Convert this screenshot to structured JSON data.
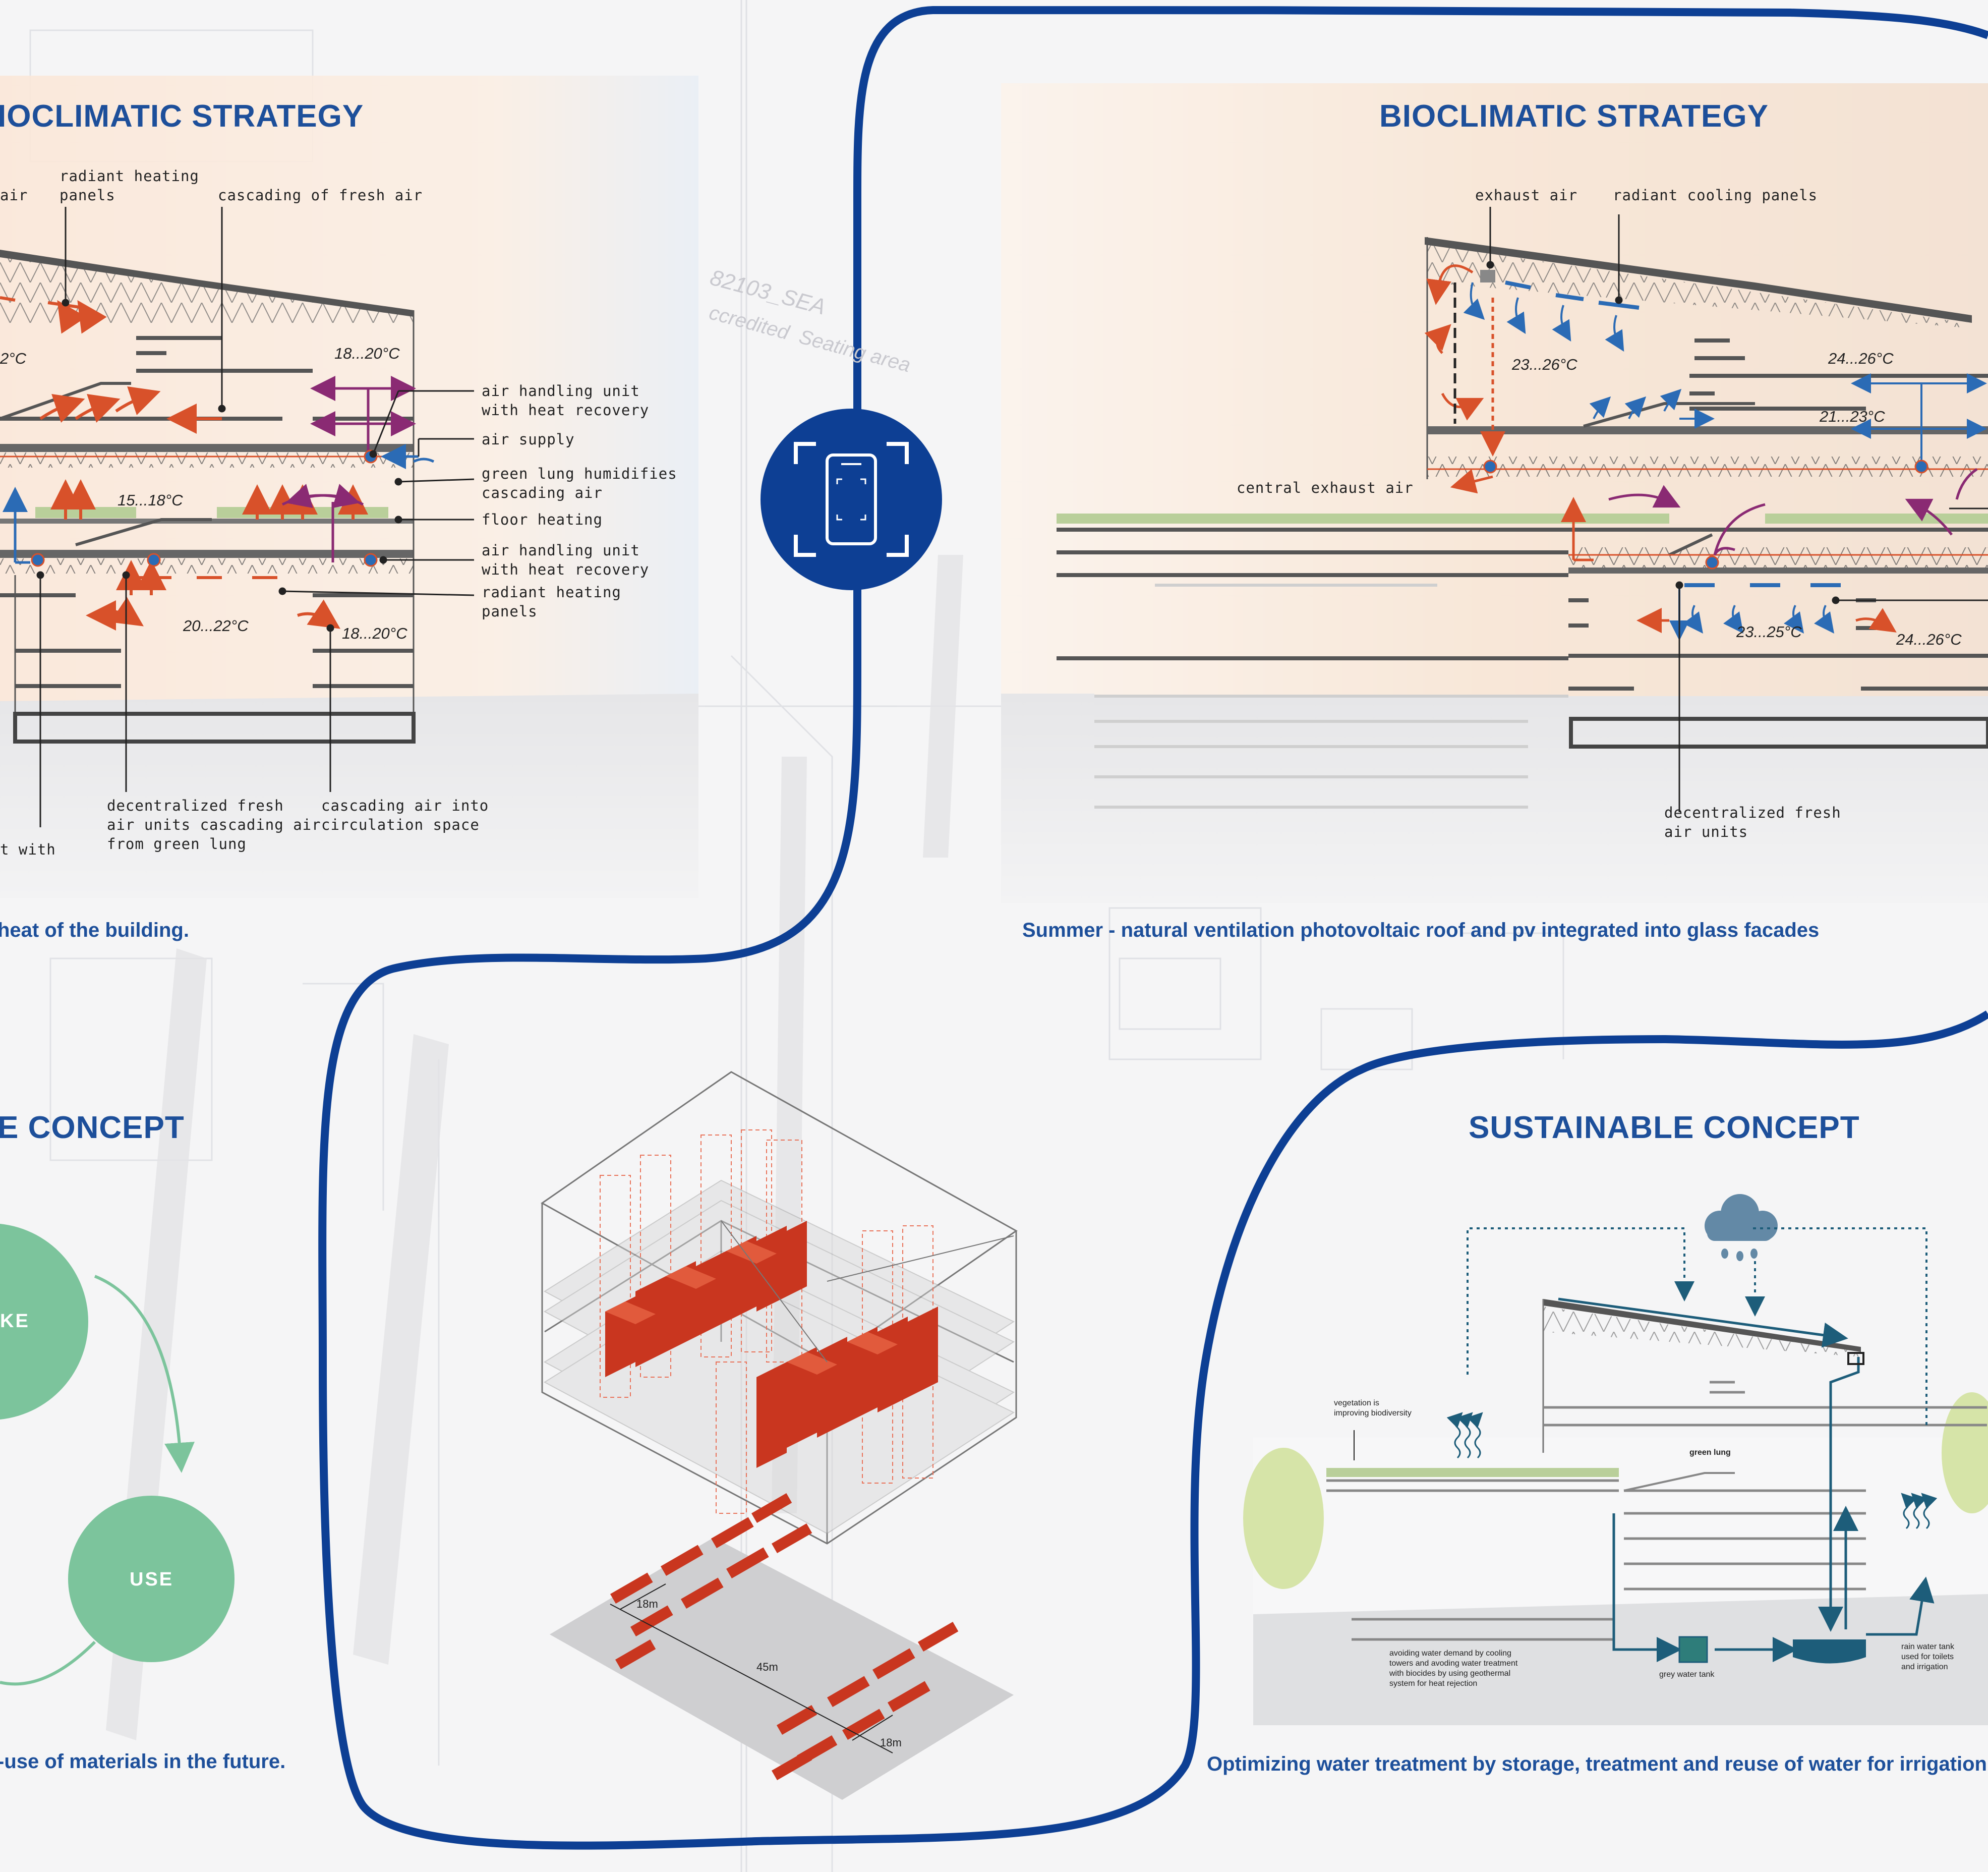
{
  "panels": {
    "winter": {
      "title": "IOCLIMATIC STRATEGY",
      "caption": "heat of the building.",
      "labels": {
        "air_fragment": "air",
        "radiant_heating_panels_top": "radiant heating\npanels",
        "cascading_fresh_air": "cascading of fresh air",
        "ahu_top": "air handling unit\nwith heat recovery",
        "air_supply": "air supply",
        "green_lung": "green lung humidifies\ncascading air",
        "floor_heating": "floor heating",
        "ahu_bottom": "air handling unit\nwith heat recovery",
        "radiant_heating_panels_bottom": "radiant heating\npanels",
        "decentralized": "decentralized fresh\nair units cascading air\nfrom green lung",
        "cascading_circulation": "cascading air into\ncirculation space",
        "t_with": "t with"
      },
      "temps": {
        "t1": "2°C",
        "t2": "18...20°C",
        "t3": "15...18°C",
        "t4": "20...22°C",
        "t5": "18...20°C"
      }
    },
    "summer": {
      "title": "BIOCLIMATIC STRATEGY",
      "caption": "Summer - natural ventilation photovoltaic roof and pv integrated into glass facades",
      "labels": {
        "exhaust_air": "exhaust air",
        "radiant_cooling": "radiant cooling panels",
        "central_exhaust": "central exhaust air",
        "decentralized": "decentralized fresh\nair units"
      },
      "temps": {
        "t1": "23...26°C",
        "t2": "24...26°C",
        "t3": "21...23°C",
        "t4": "23...25°C",
        "t5": "24...26°C"
      }
    },
    "circular": {
      "title": "E CONCEPT",
      "caption": "-use of materials in the future.",
      "nodes": {
        "make": "KE",
        "use": "USE"
      }
    },
    "modules": {
      "dims": {
        "d1": "18m",
        "d2": "45m",
        "d3": "18m"
      }
    },
    "sustainable": {
      "title": "SUSTAINABLE CONCEPT",
      "caption": "Optimizing water treatment by storage, treatment and reuse of water for irrigation.",
      "labels": {
        "vegetation": "vegetation is\nimproving biodiversity",
        "green_lung": "green lung",
        "avoiding": "avoiding water demand by cooling\ntowers and avoding water treatment\nwith biocides by using geothermal\nsystem for heat rejection",
        "grey_tank": "grey water tank",
        "rain_tank": "rain water tank\nused for toilets\nand irrigation"
      }
    }
  },
  "background_text": {
    "t1": "82103_SEA",
    "t2": "ccredited  Seating area"
  },
  "colors": {
    "title_blue": "#1d4f9a",
    "path_blue": "#0d3f94",
    "heat_red": "#d8512a",
    "cool_blue": "#2b6bb5",
    "purple": "#8a2a73",
    "green_circle": "#7cc49c",
    "brick_red": "#c9361f"
  },
  "icons": {
    "qr": "phone-scan-icon",
    "rain": "rain-cloud-icon"
  }
}
